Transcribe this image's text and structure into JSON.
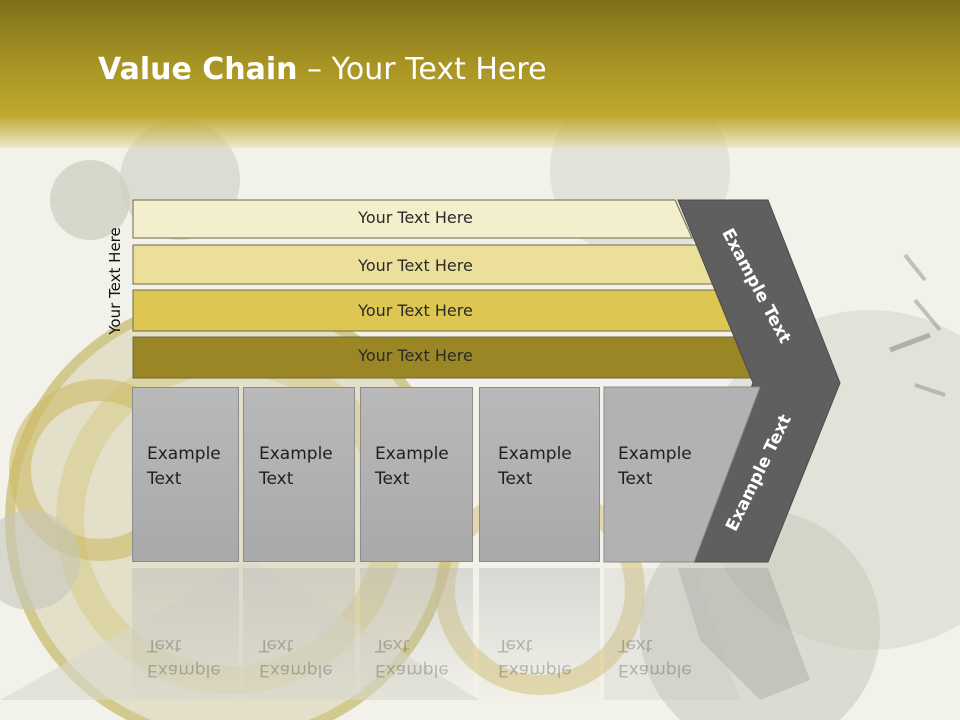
{
  "slide": {
    "title_bold": "Value Chain",
    "title_rest": " – Your Text Here",
    "side_label": "Your Text Here"
  },
  "bands": [
    {
      "label": "Your Text Here",
      "color": "#f3eecb"
    },
    {
      "label": "Your Text Here",
      "color": "#ecdf9a"
    },
    {
      "label": "Your Text Here",
      "color": "#ddc752"
    },
    {
      "label": "Your Text Here",
      "color": "#9a8624"
    }
  ],
  "boxes": [
    {
      "label": "Example Text"
    },
    {
      "label": "Example Text"
    },
    {
      "label": "Example Text"
    },
    {
      "label": "Example Text"
    },
    {
      "label": "Example Text"
    }
  ],
  "arrow": {
    "top_label": "Example Text",
    "bottom_label": "Example Text",
    "color": "#5f5f5f"
  },
  "colors": {
    "title_bar": "#a89524",
    "box_fill": "#b3b3b3"
  }
}
